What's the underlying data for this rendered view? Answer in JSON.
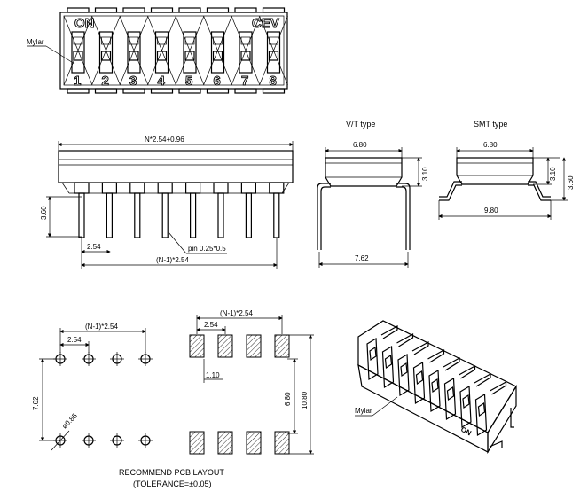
{
  "top_view": {
    "on_label": "ON",
    "brand_label": "CEV",
    "mylar_label": "Mylar",
    "switch_numbers": [
      "1",
      "2",
      "3",
      "4",
      "5",
      "6",
      "7",
      "8"
    ]
  },
  "front_view": {
    "overall_dim": "N*2.54+0.96",
    "height_dim": "3.60",
    "pitch_dim": "2.54",
    "pin_dim": "pin 0.25*0.5",
    "span_dim": "(N-1)*2.54"
  },
  "vt_view": {
    "title": "V/T type",
    "width_dim": "6.80",
    "height_dim": "3.10",
    "lead_span_dim": "7.62"
  },
  "smt_view": {
    "title": "SMT type",
    "width_dim": "6.80",
    "height_dim": "3.10",
    "offset_dim": "3.60",
    "span_dim": "9.80"
  },
  "pcb_through": {
    "span_dim": "(N-1)*2.54",
    "pitch_dim": "2.54",
    "row_dim": "7.62",
    "hole_dim": "ø0.85"
  },
  "pcb_smt": {
    "span_dim": "(N-1)*2.54",
    "pitch_dim": "2.54",
    "pad_dim": "1.10",
    "inner_dim": "6.80",
    "outer_dim": "10.80"
  },
  "iso_view": {
    "mylar_label": "Mylar",
    "on_label": "ON"
  },
  "notes": {
    "line1": "RECOMMEND  PCB  LAYOUT",
    "line2": "(TOLERANCE=±0.05)"
  }
}
